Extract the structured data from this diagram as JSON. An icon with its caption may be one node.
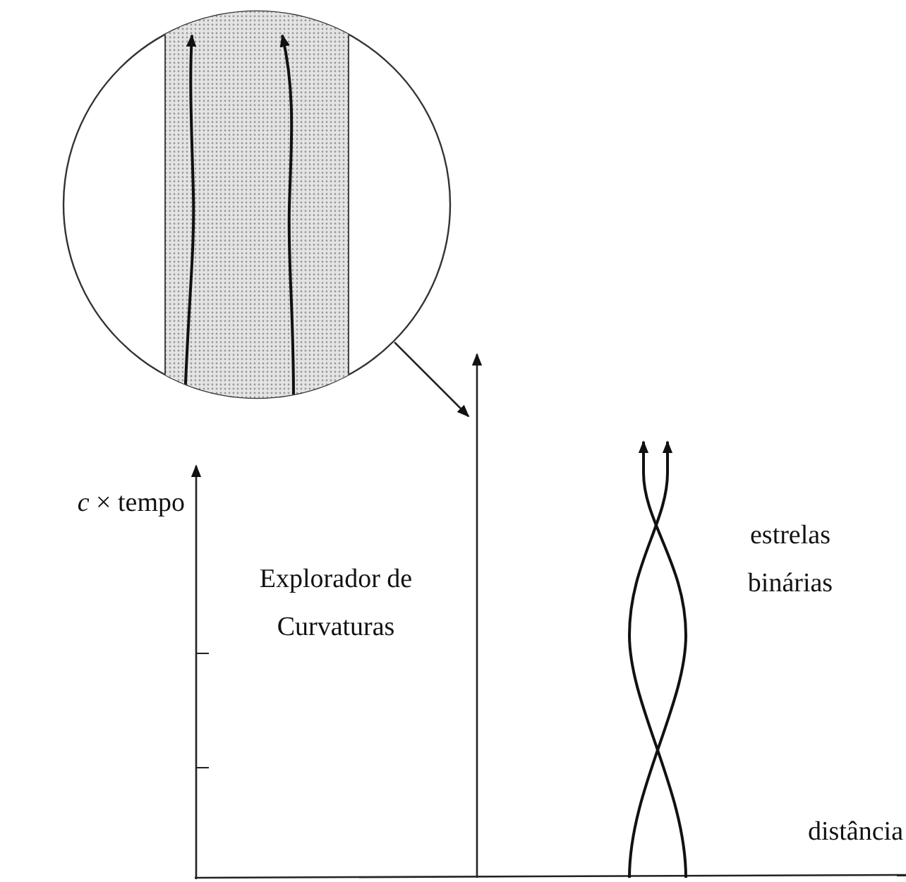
{
  "diagram": {
    "nodes": [
      {
        "text": [],
        "shape": "circle"
      },
      {
        "text": [],
        "shape": "bar",
        "beside": [
          "Explorador de Curvaturas"
        ]
      }
    ],
    "edges": [
      {
        "from": 0,
        "to": 1,
        "arrow": "to"
      }
    ],
    "labels": [
      "*c* × tempo",
      "estrelas binárias",
      "distância"
    ]
  }
}
